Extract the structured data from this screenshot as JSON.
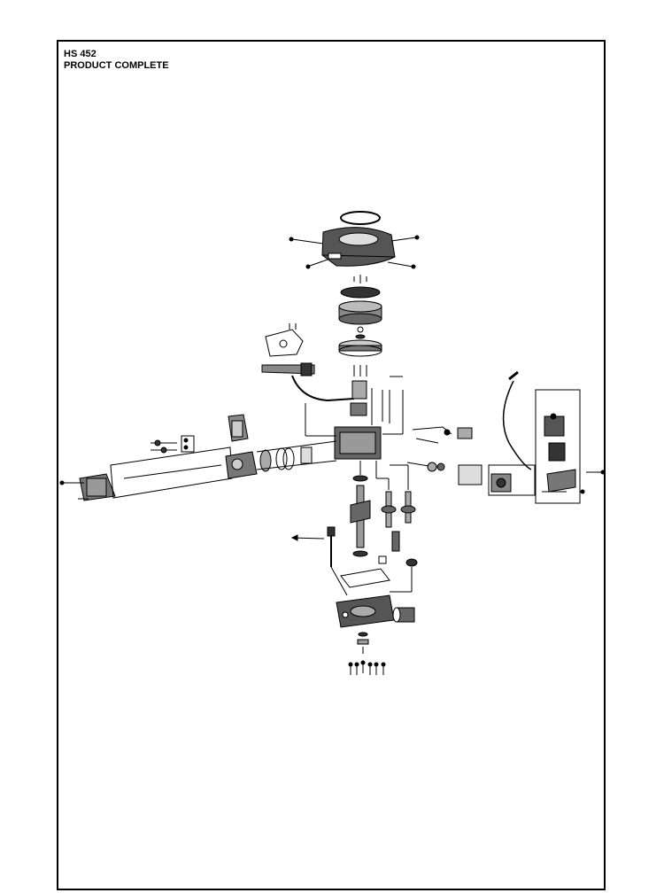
{
  "header": {
    "model": "HS 452",
    "subtitle": "PRODUCT COMPLETE"
  },
  "diagram": {
    "type": "exploded-parts-view",
    "line_color": "#000000",
    "background": "#ffffff"
  }
}
